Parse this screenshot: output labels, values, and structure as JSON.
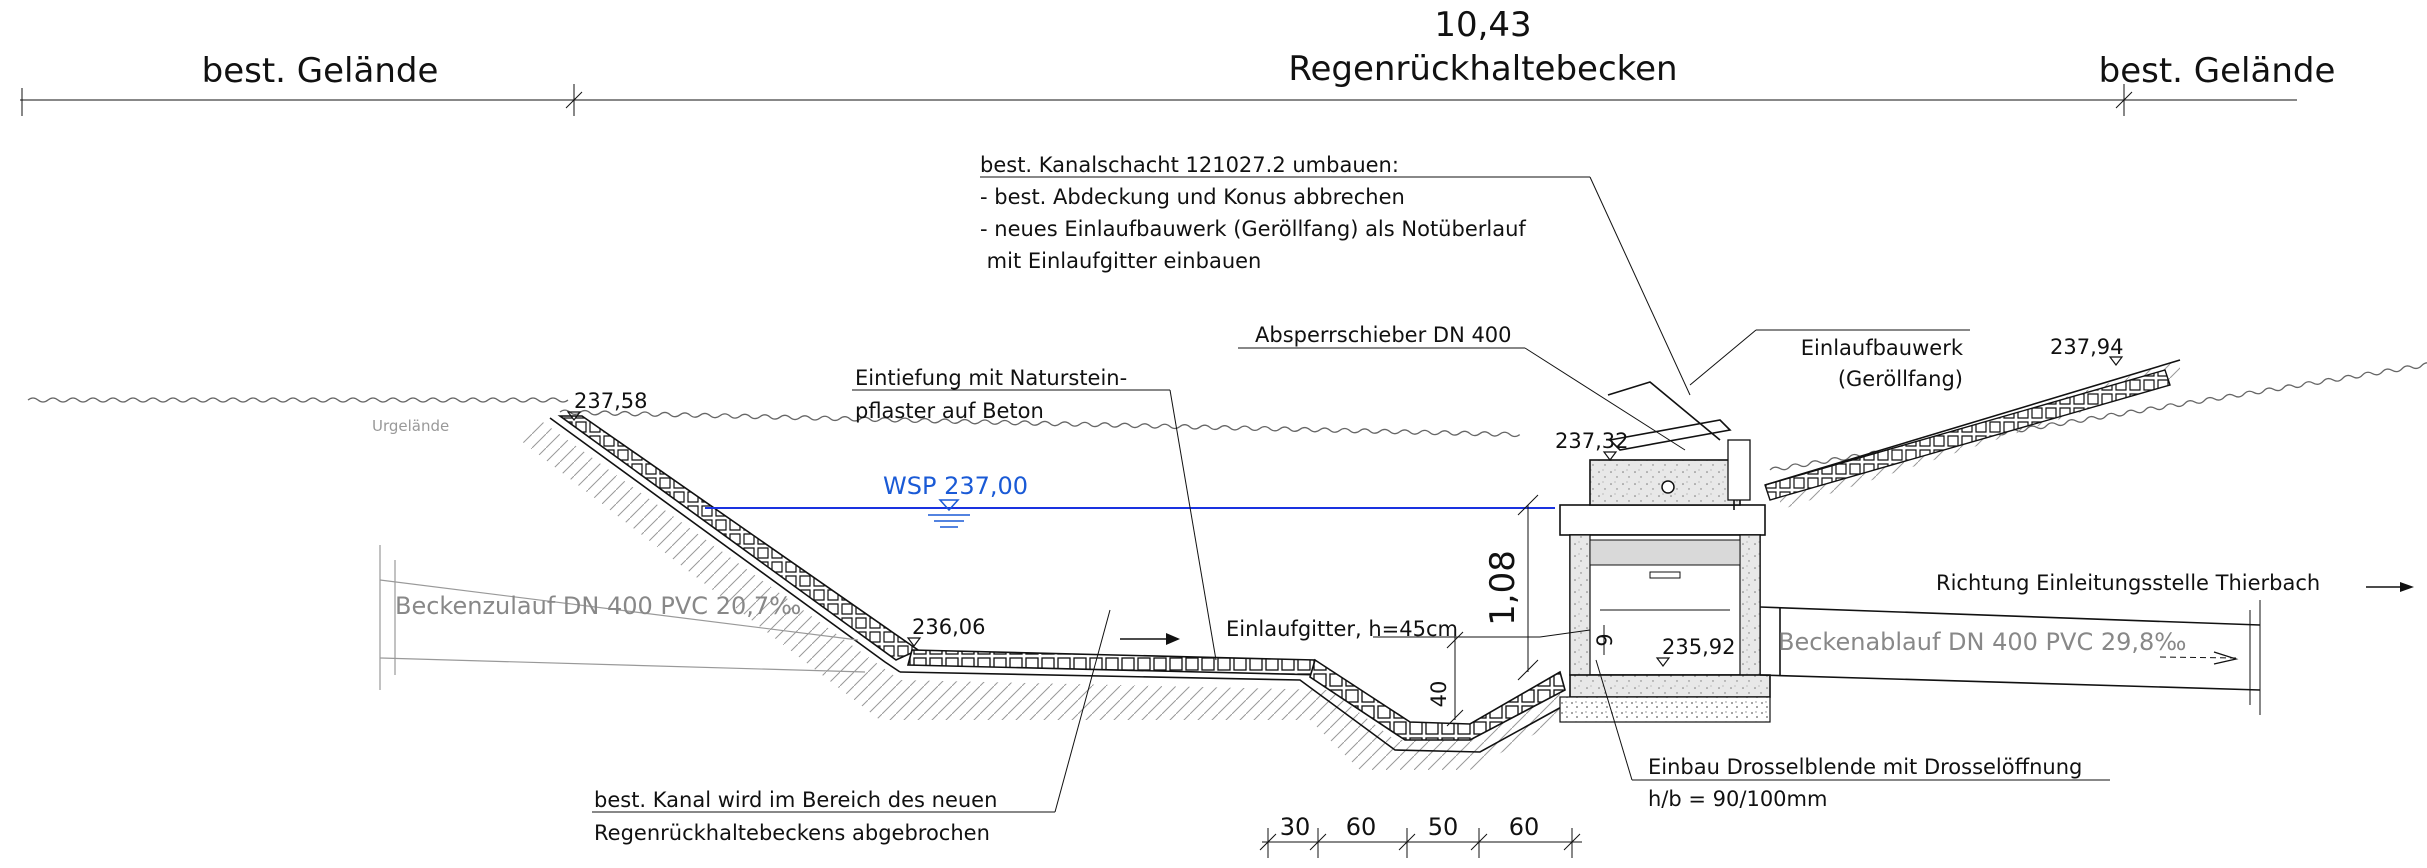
{
  "top_dimension": {
    "value": "10,43",
    "center_label": "Regenrückhaltebecken",
    "left_label": "best. Gelände",
    "right_label": "best. Gelände"
  },
  "annotations": {
    "kanalschacht": [
      "best. Kanalschacht 121027.2 umbauen:",
      "- best. Abdeckung und Konus abbrechen",
      "- neues Einlaufbauwerk (Geröllfang) als Notüberlauf",
      " mit Einlaufgitter einbauen"
    ],
    "absperrschieber": "Absperrschieber DN 400",
    "einlaufbauwerk": [
      "Einlaufbauwerk",
      "(Geröllfang)"
    ],
    "eintiefung": [
      "Eintiefung mit Naturstein-",
      "pflaster auf Beton"
    ],
    "einlaufgitter": "Einlaufgitter, h=45cm",
    "richtung": "Richtung Einleitungsstelle Thierbach",
    "drosselblende": [
      "Einbau Drosselblende mit Drosselöffnung",
      "h/b = 90/100mm"
    ],
    "kanal_abgebrochen": [
      "best. Kanal wird im Bereich des neuen",
      "Regenrückhaltebeckens abgebrochen"
    ],
    "urgelaende": "Urgelände"
  },
  "elevations": {
    "left_top": "237,58",
    "right_top": "237,94",
    "shaft_top": "237,32",
    "bottom_left": "236,06",
    "shaft_bottom": "235,92",
    "wsp": "WSP 237,00"
  },
  "pipes": {
    "inlet": "Beckenzulauf DN 400 PVC 20,7‰",
    "outlet": "Beckenablauf DN 400 PVC 29,8‰"
  },
  "dimensions": {
    "height": "1,08",
    "channel_depth": "40",
    "slot": "9",
    "bottom_segments": [
      "30",
      "60",
      "50",
      "60"
    ]
  },
  "colors": {
    "water_line": "#1a33e0",
    "wsp_text": "#1a5ad6",
    "pipe_text": "#888888"
  }
}
